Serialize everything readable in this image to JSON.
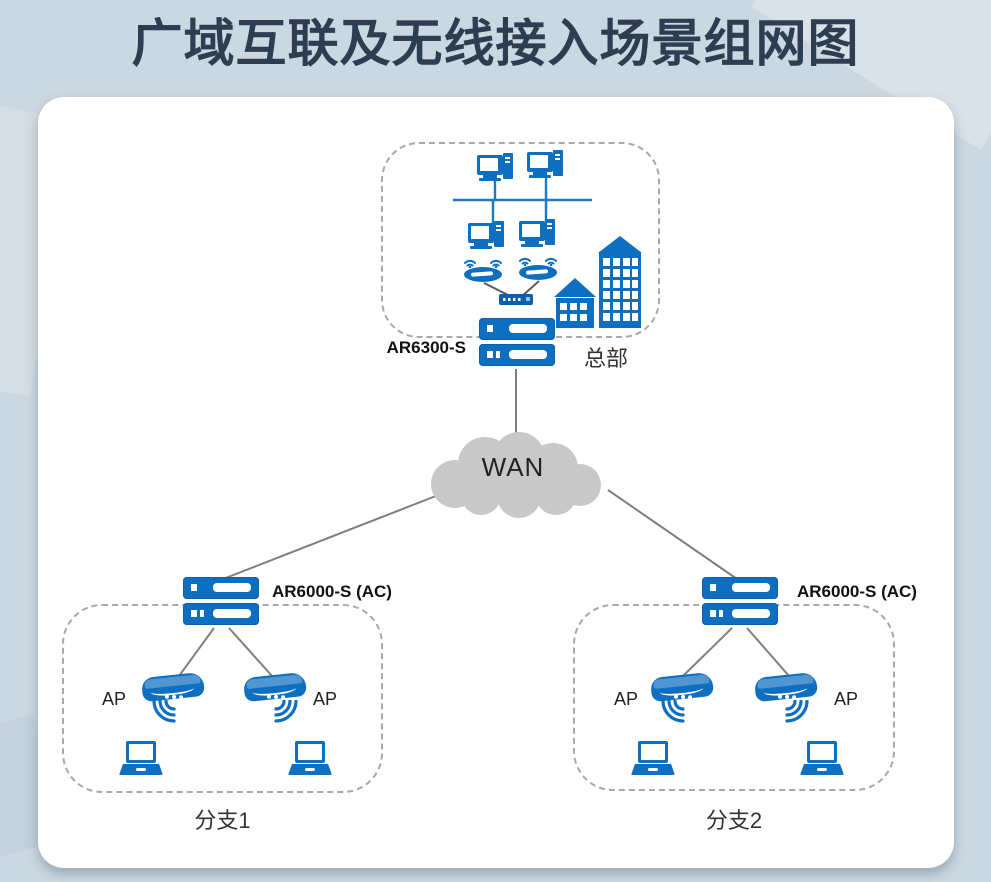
{
  "title": "广域互联及无线接入场景组网图",
  "colors": {
    "background": "#ccd8e1",
    "panel": "#ffffff",
    "title_text": "#2e3e52",
    "device_blue": "#0e6ebf",
    "hq_bus_blue": "#1d78c5",
    "connector_gray": "#7f7f7f",
    "cloud_gray": "#c8c8c8",
    "dashed_border": "#a8a8a8",
    "label_dark": "#111111",
    "zone_label_color": "#333333"
  },
  "diagram": {
    "headquarters": {
      "zone_label": "总部",
      "router_label": "AR6300-S",
      "icons": [
        "desktop-pc",
        "desktop-pc",
        "desktop-pc",
        "desktop-pc",
        "wireless-router",
        "wireless-router",
        "lan-switch",
        "house-building",
        "office-building",
        "rack-router"
      ]
    },
    "wan": {
      "label": "WAN",
      "icon": "cloud"
    },
    "branch1": {
      "zone_label": "分支1",
      "router_label": "AR6000-S (AC)",
      "ap1_label": "AP",
      "ap2_label": "AP",
      "icons": [
        "rack-router",
        "access-point",
        "access-point",
        "laptop",
        "laptop"
      ]
    },
    "branch2": {
      "zone_label": "分支2",
      "router_label": "AR6000-S (AC)",
      "ap1_label": "AP",
      "ap2_label": "AP",
      "icons": [
        "rack-router",
        "access-point",
        "access-point",
        "laptop",
        "laptop"
      ]
    }
  }
}
